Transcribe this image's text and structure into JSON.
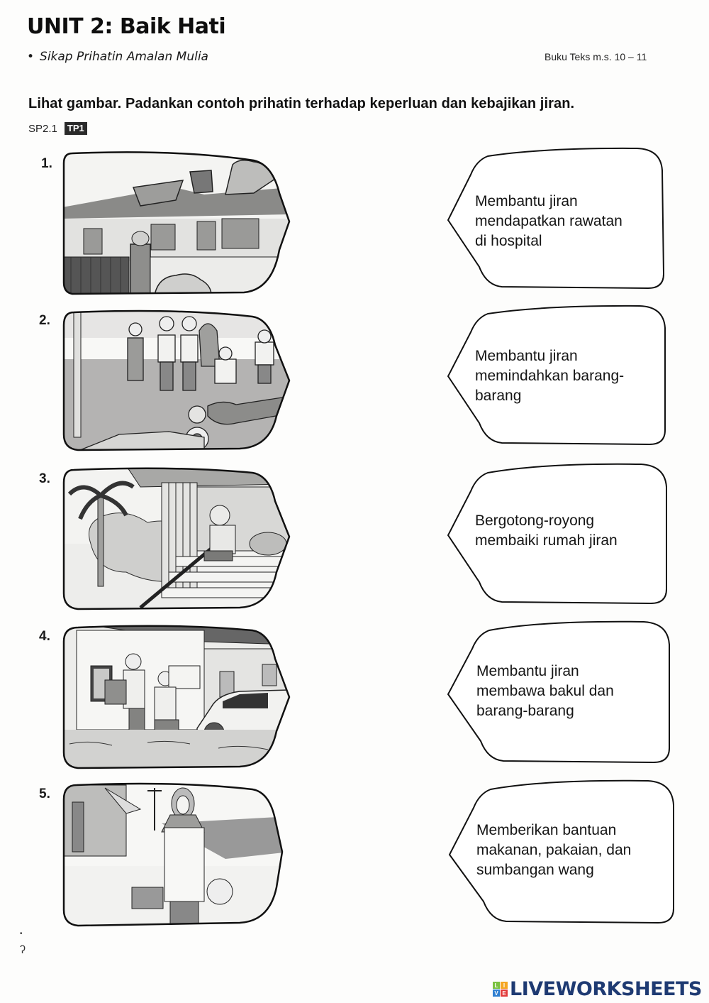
{
  "header": {
    "unit_title": "UNIT 2: Baik Hati",
    "bullet": "•",
    "subtitle": "Sikap Prihatin Amalan Mulia",
    "textbook_ref": "Buku Teks m.s. 10 – 11"
  },
  "instruction": "Lihat gambar. Padankan contoh prihatin terhadap keperluan dan kebajikan jiran.",
  "standard": {
    "code": "SP2.1",
    "badge": "TP1"
  },
  "pictures": [
    {
      "number": "1.",
      "scene": "house-with-damaged-roof-after-storm"
    },
    {
      "number": "2.",
      "scene": "motorcycle-accident-victim-on-road"
    },
    {
      "number": "3.",
      "scene": "sad-old-man-sitting-on-stairs-of-wooden-house"
    },
    {
      "number": "4.",
      "scene": "neighbours-carrying-belongings-through-flood"
    },
    {
      "number": "5.",
      "scene": "woman-carrying-basket-and-bag"
    }
  ],
  "answers": [
    {
      "text": "Membantu jiran\nmendapatkan rawatan\ndi hospital"
    },
    {
      "text": "Membantu jiran\nmemindahkan barang-\nbarang"
    },
    {
      "text": "Bergotong-royong\nmembaiki rumah jiran"
    },
    {
      "text": "Membantu jiran\nmembawa bakul dan\nbarang-barang"
    },
    {
      "text": "Memberikan bantuan\nmakanan, pakaian, dan\nsumbangan wang"
    }
  ],
  "footer": {
    "stray_mark": "ʔ",
    "logo_letters": [
      "L",
      "I",
      "V",
      "E"
    ],
    "logo_colors": [
      "#7cc242",
      "#f5a623",
      "#2f80d1",
      "#e23b3b"
    ],
    "logo_text": "LIVEWORKSHEETS"
  }
}
